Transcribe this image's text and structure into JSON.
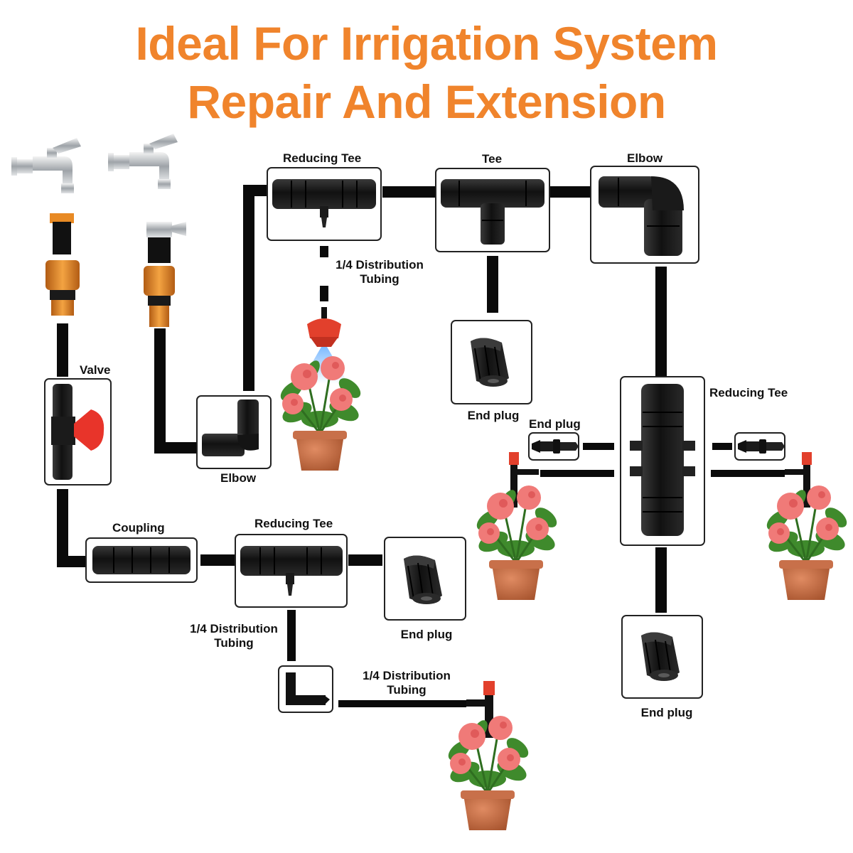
{
  "header": {
    "line1": "Ideal For Irrigation System",
    "line2": "Repair And Extension"
  },
  "colors": {
    "title": "#f0842c",
    "tube": "#0a0a0a",
    "fitting": "#161616",
    "valve_handle": "#e8342a",
    "adapter_orange": "#e88a24",
    "dripper_red": "#e2402c",
    "pot": "#c8704a",
    "flower": "#f07a78",
    "leaf": "#3f8a2c"
  },
  "labels": {
    "valve": "Valve",
    "elbow_low": "Elbow",
    "reducing_tee_top": "Reducing Tee",
    "tee": "Tee",
    "elbow_top": "Elbow",
    "distribution_1": "1/4 Distribution",
    "tubing_1": "Tubing",
    "end_plug_mid": "End plug",
    "end_plug_small": "End plug",
    "reducing_tee_right": "Reducing Tee",
    "coupling": "Coupling",
    "reducing_tee_bottom": "Reducing Tee",
    "end_plug_bottom": "End plug",
    "distribution_2": "1/4 Distribution",
    "tubing_2": "Tubing",
    "distribution_3": "1/4 Distribution",
    "tubing_3": "Tubing",
    "end_plug_right": "End plug"
  },
  "icons": {
    "faucet": "faucet-icon",
    "adapter": "hose-adapter-icon",
    "fitting": "fitting-icon",
    "dripper": "dripper-icon",
    "plant": "potted-plant-icon"
  }
}
